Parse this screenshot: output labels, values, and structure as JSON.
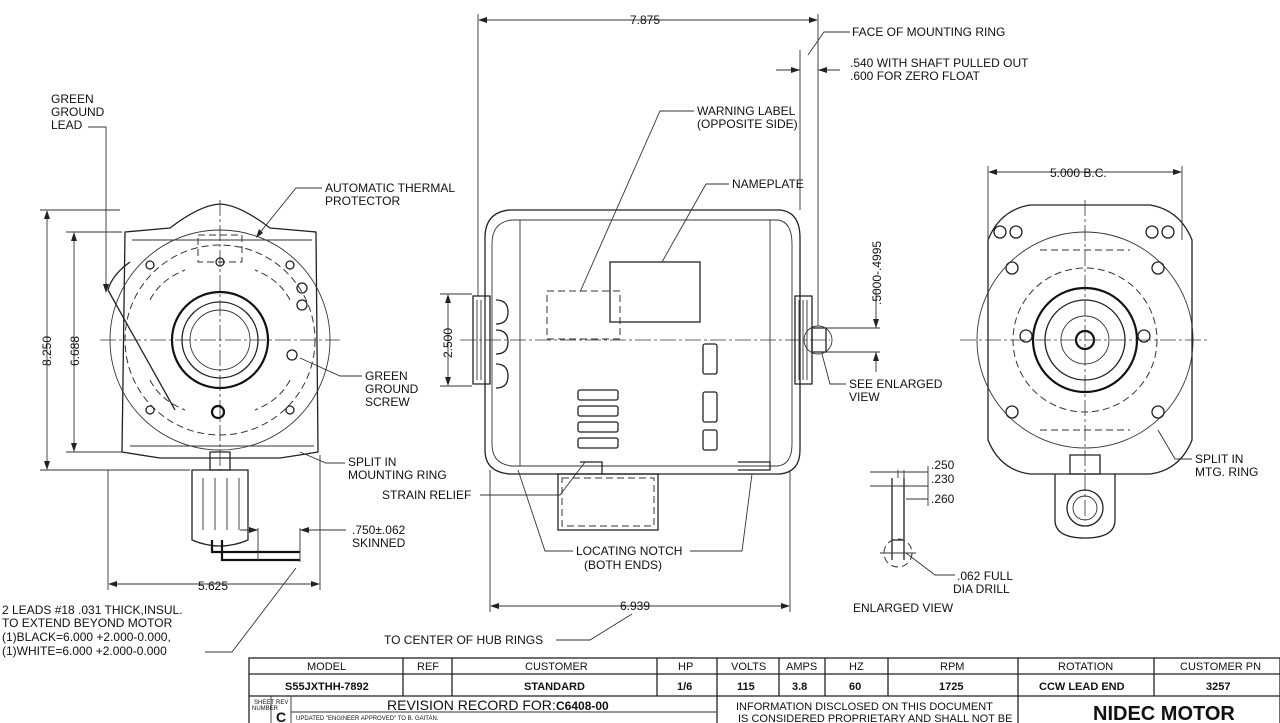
{
  "dimensions": {
    "overall_length": "7.875",
    "face_offset_1": ".540 WITH SHAFT PULLED OUT",
    "face_offset_2": ".600 FOR ZERO FLOAT",
    "bolt_circle": "5.000  B.C.",
    "height_overall": "8.250",
    "height_ring": "6.688",
    "hub_dia": "2.500",
    "shaft_dia": ".5000-.4995",
    "width_side": "5.625",
    "body_length": "6.939",
    "skinned_1": ".750±.062",
    "skinned_2": "SKINNED",
    "enl_250": ".250",
    "enl_230": ".230",
    "enl_260": ".260"
  },
  "labels": {
    "green_ground_lead": [
      "GREEN",
      "GROUND",
      "LEAD"
    ],
    "thermal_protector": [
      "AUTOMATIC THERMAL",
      "PROTECTOR"
    ],
    "green_ground_screw": [
      "GREEN",
      "GROUND",
      "SCREW"
    ],
    "split_ring_left": [
      "SPLIT IN",
      "MOUNTING RING"
    ],
    "strain_relief": "STRAIN RELIEF",
    "face_ring": "FACE OF MOUNTING RING",
    "warning_label": [
      "WARNING LABEL",
      "(OPPOSITE SIDE)"
    ],
    "nameplate": "NAMEPLATE",
    "see_enlarged": [
      "SEE ENLARGED",
      "VIEW"
    ],
    "locating_notch": [
      "LOCATING NOTCH",
      "(BOTH ENDS)"
    ],
    "drill": [
      ".062 FULL",
      "DIA DRILL"
    ],
    "enlarged_view": "ENLARGED VIEW",
    "split_ring_right": [
      "SPLIT IN",
      "MTG. RING"
    ],
    "leads": [
      "2 LEADS #18 .031 THICK,INSUL.",
      "TO EXTEND BEYOND MOTOR",
      "(1)BLACK=6.000  +2.000-0.000,",
      "(1)WHITE=6.000  +2.000-0.000"
    ],
    "hub_center": "TO CENTER OF HUB RINGS"
  },
  "title_block": {
    "headers": [
      "MODEL",
      "REF",
      "CUSTOMER",
      "HP",
      "VOLTS",
      "AMPS",
      "HZ",
      "RPM",
      "ROTATION",
      "CUSTOMER PN"
    ],
    "values": [
      "S55JXTHH-7892",
      "",
      "STANDARD",
      "1/6",
      "115",
      "3.8",
      "60",
      "1725",
      "CCW LEAD END",
      "3257"
    ],
    "sheet_number_label": [
      "SHEET",
      "NUMBER"
    ],
    "rev_label": "REV",
    "rev_value": "C",
    "revision_record_label": "REVISION RECORD FOR:",
    "revision_record_value": "C6408-00",
    "revision_note": "UPDATED \"ENGINEER APPROVED\" TO B. GAITAN.",
    "info_text": [
      "INFORMATION DISCLOSED ON THIS DOCUMENT",
      "IS CONSIDERED PROPRIETARY AND SHALL NOT BE"
    ],
    "company": "NIDEC MOTOR"
  }
}
